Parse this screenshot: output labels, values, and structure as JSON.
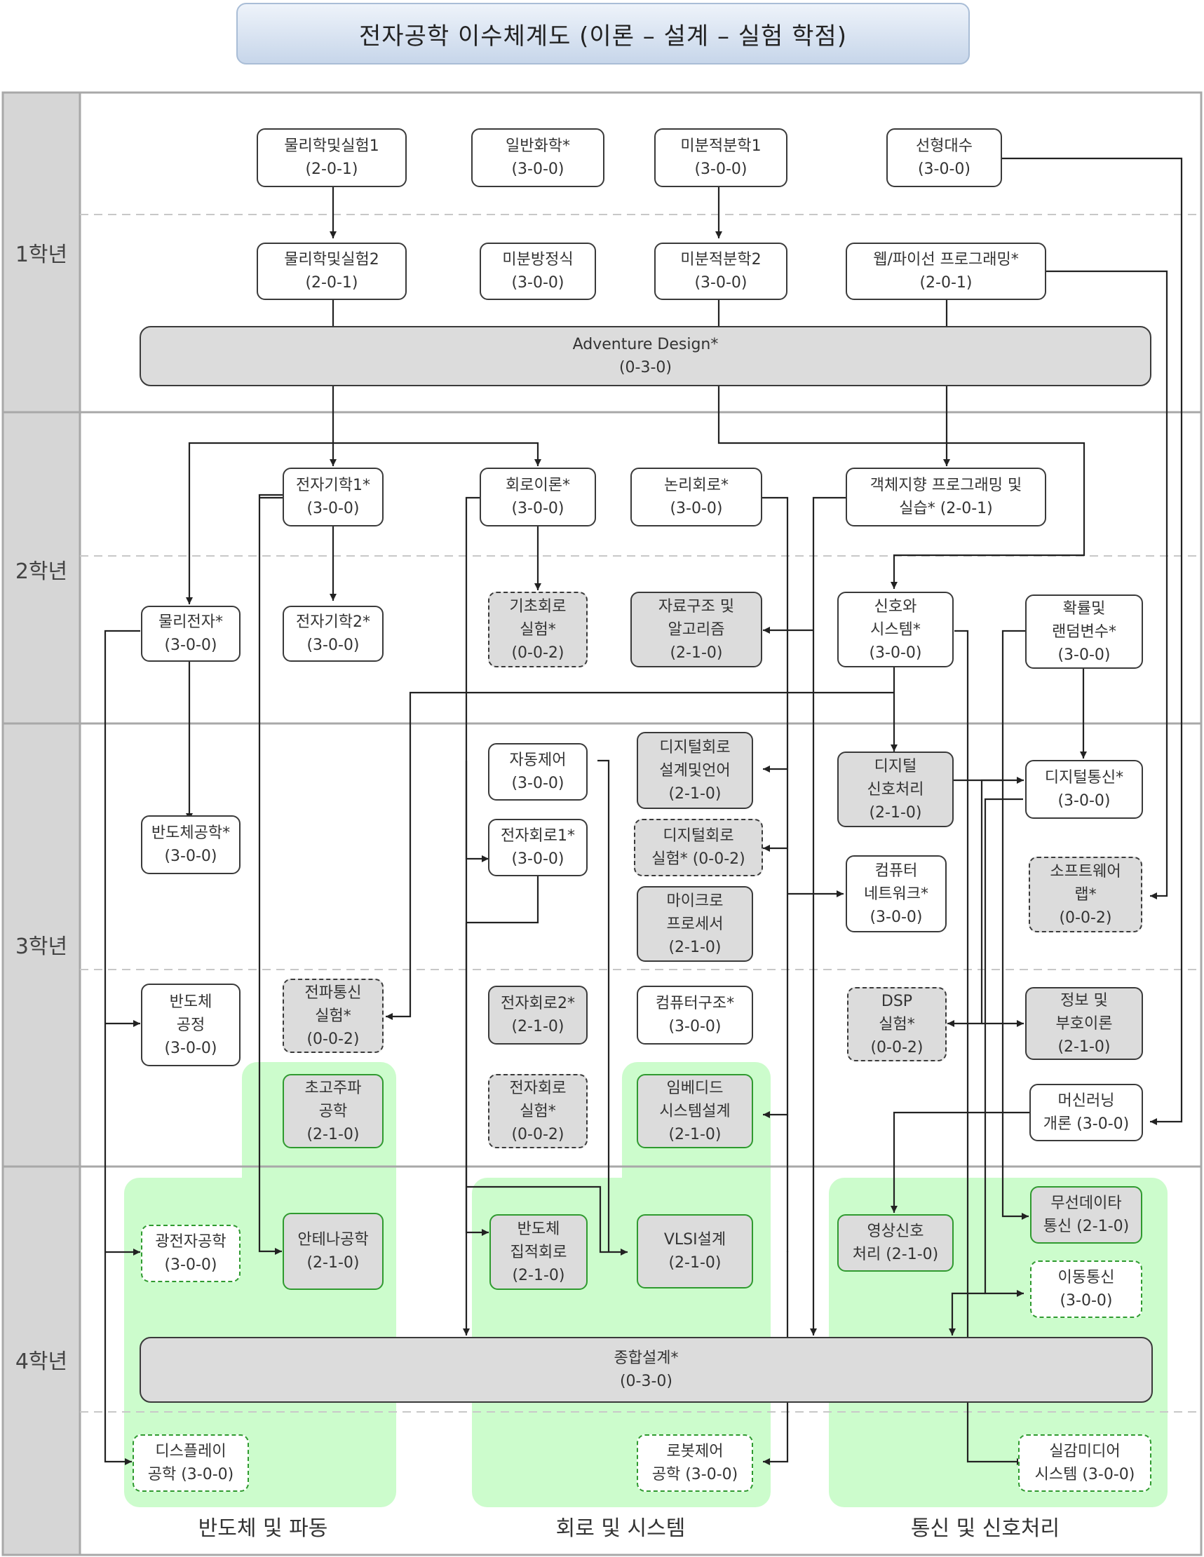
{
  "title": "전자공학 이수체계도 (이론 – 설계 – 실험 학점)",
  "years": [
    "1학년",
    "2학년",
    "3학년",
    "4학년"
  ],
  "tracks": [
    "반도체 및 파동",
    "회로 및 시스템",
    "통신 및 신호처리"
  ],
  "courses": [
    {
      "id": "phys1",
      "lines": [
        "물리학및실험1",
        "(2-0-1)"
      ]
    },
    {
      "id": "chem",
      "lines": [
        "일반화학*",
        "(3-0-0)"
      ]
    },
    {
      "id": "calc1",
      "lines": [
        "미분적분학1",
        "(3-0-0)"
      ]
    },
    {
      "id": "linalg",
      "lines": [
        "선형대수",
        "(3-0-0)"
      ]
    },
    {
      "id": "phys2",
      "lines": [
        "물리학및실험2",
        "(2-0-1)"
      ]
    },
    {
      "id": "diffeq",
      "lines": [
        "미분방정식",
        "(3-0-0)"
      ]
    },
    {
      "id": "calc2",
      "lines": [
        "미분적분학2",
        "(3-0-0)"
      ]
    },
    {
      "id": "webpy",
      "lines": [
        "웹/파이선 프로그래밍*",
        "(2-0-1)"
      ]
    },
    {
      "id": "adventure",
      "lines": [
        "Adventure Design*",
        "(0-3-0)"
      ]
    },
    {
      "id": "em1",
      "lines": [
        "전자기학1*",
        "(3-0-0)"
      ]
    },
    {
      "id": "circuit",
      "lines": [
        "회로이론*",
        "(3-0-0)"
      ]
    },
    {
      "id": "logic",
      "lines": [
        "논리회로*",
        "(3-0-0)"
      ]
    },
    {
      "id": "oop",
      "lines": [
        "객체지향 프로그래밍 및",
        "실습* (2-0-1)"
      ]
    },
    {
      "id": "physel",
      "lines": [
        "물리전자*",
        "(3-0-0)"
      ]
    },
    {
      "id": "em2",
      "lines": [
        "전자기학2*",
        "(3-0-0)"
      ]
    },
    {
      "id": "basiclab",
      "lines": [
        "기초회로",
        "실험*",
        "(0-0-2)"
      ]
    },
    {
      "id": "datastruct",
      "lines": [
        "자료구조 및",
        "알고리즘",
        "(2-1-0)"
      ]
    },
    {
      "id": "signals",
      "lines": [
        "신호와",
        "시스템*",
        "(3-0-0)"
      ]
    },
    {
      "id": "prob",
      "lines": [
        "확률및",
        "랜덤변수*",
        "(3-0-0)"
      ]
    },
    {
      "id": "control",
      "lines": [
        "자동제어",
        "(3-0-0)"
      ]
    },
    {
      "id": "dcdesign",
      "lines": [
        "디지털회로",
        "설계및언어",
        "(2-1-0)"
      ]
    },
    {
      "id": "dsp",
      "lines": [
        "디지털",
        "신호처리",
        "(2-1-0)"
      ]
    },
    {
      "id": "digcomm",
      "lines": [
        "디지털통신*",
        "(3-0-0)"
      ]
    },
    {
      "id": "semi",
      "lines": [
        "반도체공학*",
        "(3-0-0)"
      ]
    },
    {
      "id": "elec1",
      "lines": [
        "전자회로1*",
        "(3-0-0)"
      ]
    },
    {
      "id": "dclab",
      "lines": [
        "디지털회로",
        "실험* (0-0-2)"
      ]
    },
    {
      "id": "network",
      "lines": [
        "컴퓨터",
        "네트워크*",
        "(3-0-0)"
      ]
    },
    {
      "id": "swlab",
      "lines": [
        "소프트웨어",
        "랩*",
        "(0-0-2)"
      ]
    },
    {
      "id": "micro",
      "lines": [
        "마이크로",
        "프로세서",
        "(2-1-0)"
      ]
    },
    {
      "id": "semiproc",
      "lines": [
        "반도체",
        "공정",
        "(3-0-0)"
      ]
    },
    {
      "id": "wavelab",
      "lines": [
        "전파통신",
        "실험*",
        "(0-0-2)"
      ]
    },
    {
      "id": "elec2",
      "lines": [
        "전자회로2*",
        "(2-1-0)"
      ]
    },
    {
      "id": "arch",
      "lines": [
        "컴퓨터구조*",
        "(3-0-0)"
      ]
    },
    {
      "id": "dsplab",
      "lines": [
        "DSP",
        "실험*",
        "(0-0-2)"
      ]
    },
    {
      "id": "coding",
      "lines": [
        "정보 및",
        "부호이론",
        "(2-1-0)"
      ]
    },
    {
      "id": "microwave",
      "lines": [
        "초고주파",
        "공학",
        "(2-1-0)"
      ]
    },
    {
      "id": "eclab",
      "lines": [
        "전자회로",
        "실험*",
        "(0-0-2)"
      ]
    },
    {
      "id": "embedded",
      "lines": [
        "임베디드",
        "시스템설계",
        "(2-1-0)"
      ]
    },
    {
      "id": "ml",
      "lines": [
        "머신러닝",
        "개론 (3-0-0)"
      ]
    },
    {
      "id": "photonics",
      "lines": [
        "광전자공학",
        "(3-0-0)"
      ]
    },
    {
      "id": "antenna",
      "lines": [
        "안테나공학",
        "(2-1-0)"
      ]
    },
    {
      "id": "ic",
      "lines": [
        "반도체",
        "집적회로",
        "(2-1-0)"
      ]
    },
    {
      "id": "vlsi",
      "lines": [
        "VLSI설계",
        "(2-1-0)"
      ]
    },
    {
      "id": "image",
      "lines": [
        "영상신호",
        "처리 (2-1-0)"
      ]
    },
    {
      "id": "wireless",
      "lines": [
        "무선데이타",
        "통신 (2-1-0)"
      ]
    },
    {
      "id": "mobile",
      "lines": [
        "이동통신",
        "(3-0-0)"
      ]
    },
    {
      "id": "capstone",
      "lines": [
        "종합설계*",
        "(0-3-0)"
      ]
    },
    {
      "id": "display",
      "lines": [
        "디스플레이",
        "공학 (3-0-0)"
      ]
    },
    {
      "id": "robot",
      "lines": [
        "로봇제어",
        "공학 (3-0-0)"
      ]
    },
    {
      "id": "media",
      "lines": [
        "실감미디어",
        "시스템 (3-0-0)"
      ]
    }
  ]
}
